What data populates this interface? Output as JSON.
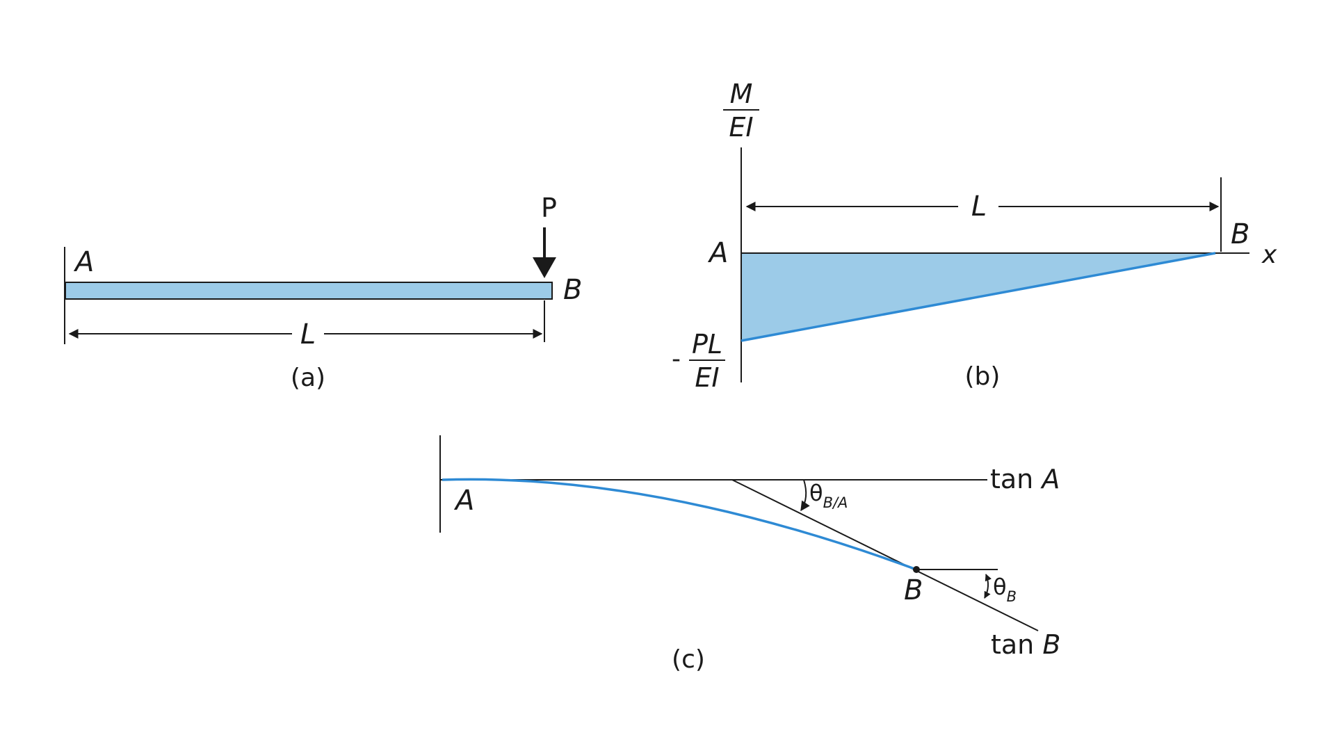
{
  "colors": {
    "beam_fill": "#9ccbe8",
    "curve": "#2e8ad4",
    "line": "#1a1a1a"
  },
  "panel_a": {
    "label_a": "A",
    "label_b": "B",
    "load": "P",
    "length": "L",
    "caption": "(a)"
  },
  "panel_b": {
    "y_num": "M",
    "y_den": "EI",
    "length": "L",
    "label_a": "A",
    "label_b": "B",
    "x_axis": "x",
    "min_sign": "-",
    "min_num": "PL",
    "min_den": "EI",
    "caption": "(b)"
  },
  "panel_c": {
    "label_a": "A",
    "label_b": "B",
    "tan_a_prefix": "tan ",
    "tan_a_var": "A",
    "tan_b_prefix": "tan ",
    "tan_b_var": "B",
    "theta_ba": "θ",
    "theta_ba_sub": "B/A",
    "theta_b": "θ",
    "theta_b_sub": "B",
    "caption": "(c)"
  }
}
